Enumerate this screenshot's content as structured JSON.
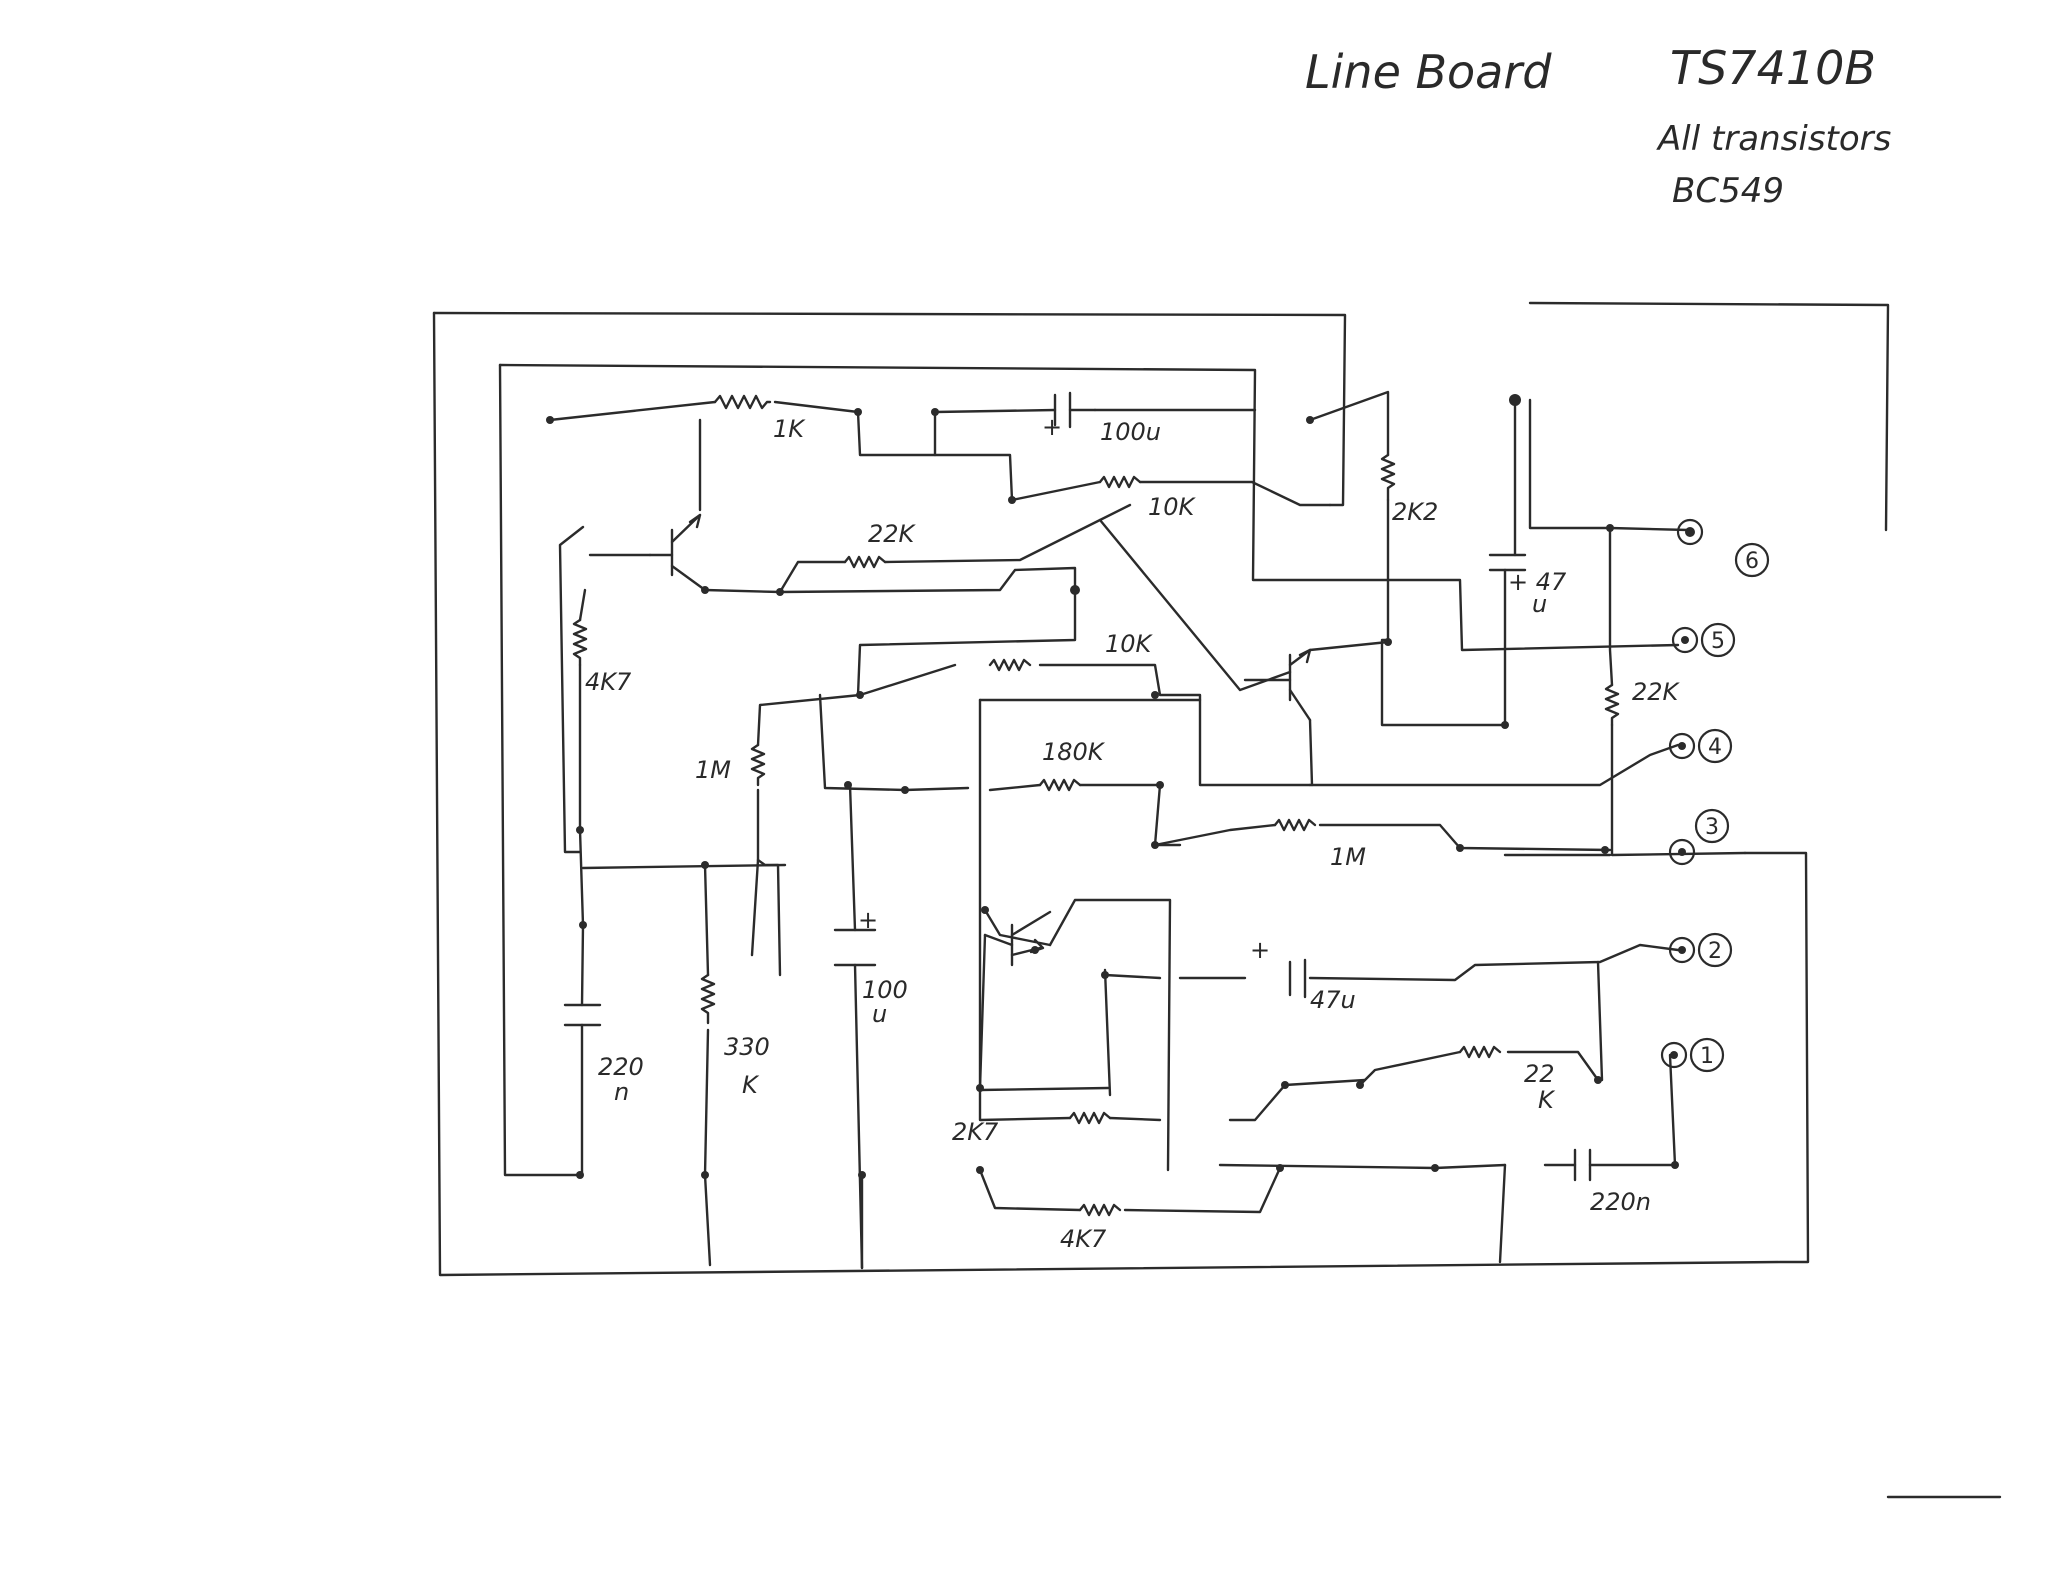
{
  "header": {
    "title": "Line Board",
    "model": "TS7410B",
    "note_line1": "All transistors",
    "note_line2": "BC549"
  },
  "components": {
    "r_1k": "1K",
    "c_100u_top": "100u",
    "c_100u_top_plus": "+",
    "r_10k_upper": "10K",
    "r_22k_upper": "22K",
    "r_2k2": "2K2",
    "c_47u_line1": "+ 47",
    "c_47u_line2": "u",
    "r_4k7_left": "4K7",
    "r_10k_mid": "10K",
    "r_22k_right": "22K",
    "r_1m_left": "1M",
    "r_180k": "180K",
    "r_1m_mid": "1M",
    "c_100u_mid_plus": "+",
    "c_100u_mid_line1": "100",
    "c_100u_mid_line2": "u",
    "c_220n_left_line1": "220",
    "c_220n_left_line2": "n",
    "r_330k_line1": "330",
    "r_330k_line2": "K",
    "c_47u_low_plus": "+",
    "c_47u_low": "47u",
    "r_22k_low_line1": "22",
    "r_22k_low_line2": "K",
    "r_2k7": "2K7",
    "c_220n_right": "220n",
    "r_4k7_bottom": "4K7"
  },
  "terminals": [
    "6",
    "5",
    "4",
    "3",
    "2",
    "1"
  ]
}
